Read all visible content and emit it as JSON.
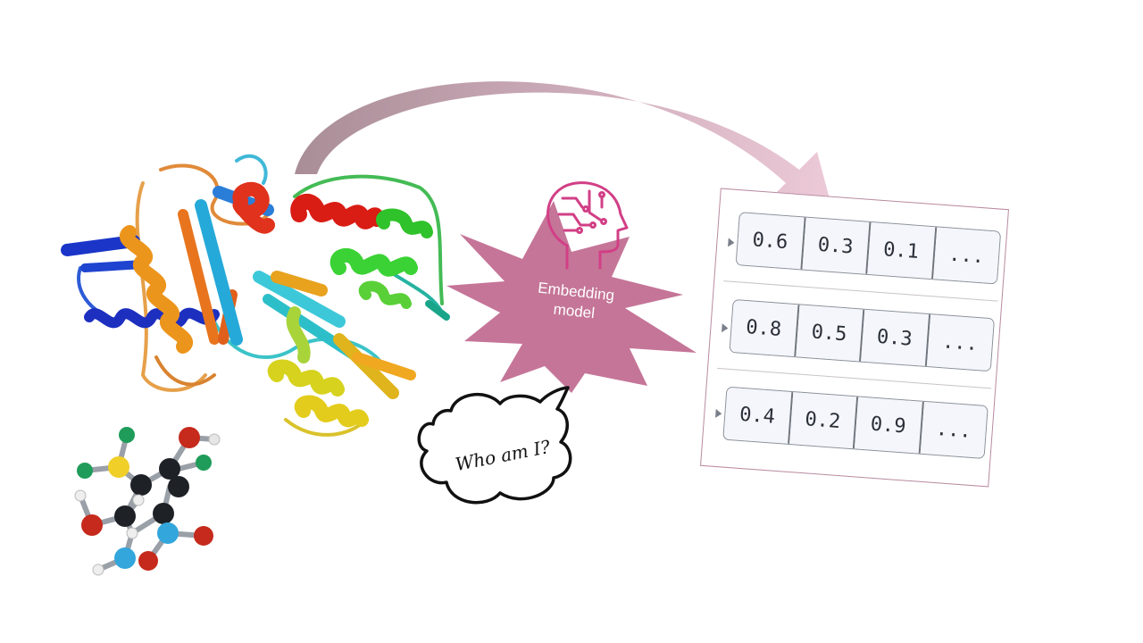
{
  "model": {
    "label_line1": "Embedding",
    "label_line2": "model",
    "icon": "brain-circuit-head-icon",
    "burst_color": "#c57598",
    "icon_color": "#d23f86"
  },
  "bubble": {
    "text": "Who am I?"
  },
  "embeddings": {
    "rows": [
      {
        "values": [
          "0.6",
          "0.3",
          "0.1",
          "..."
        ]
      },
      {
        "values": [
          "0.8",
          "0.5",
          "0.3",
          "..."
        ]
      },
      {
        "values": [
          "0.4",
          "0.2",
          "0.9",
          "..."
        ]
      }
    ]
  },
  "colors": {
    "arrow_start": "#a48791",
    "arrow_end": "#ecc7d6",
    "panel_border": "#b98aa0"
  }
}
